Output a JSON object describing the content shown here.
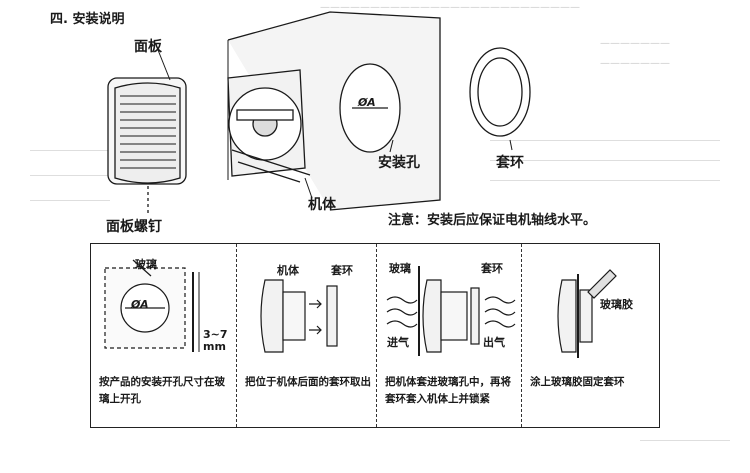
{
  "section_title": "四. 安装说明",
  "labels": {
    "panel": "面板",
    "panel_screw": "面板螺钉",
    "body": "机体",
    "mount_hole": "安装孔",
    "collar": "套环",
    "hole_dim": "ØA"
  },
  "note": "注意：安装后应保证电机轴线水平。",
  "steps": [
    {
      "caption": "按产品的安装开孔尺寸在玻璃上开孔",
      "labels": {
        "glass": "玻璃",
        "dim": "ØA",
        "thickness": "3~7",
        "unit": "mm"
      }
    },
    {
      "caption": "把位于机体后面的套环取出",
      "labels": {
        "body": "机体",
        "collar": "套环"
      }
    },
    {
      "caption": "把机体套进玻璃孔中，再将套环套入机体上并锁紧",
      "labels": {
        "glass": "玻璃",
        "collar": "套环",
        "air_in": "进气",
        "air_out": "出气"
      }
    },
    {
      "caption": "涂上玻璃胶固定套环",
      "labels": {
        "sealant": "玻璃胶"
      }
    }
  ]
}
